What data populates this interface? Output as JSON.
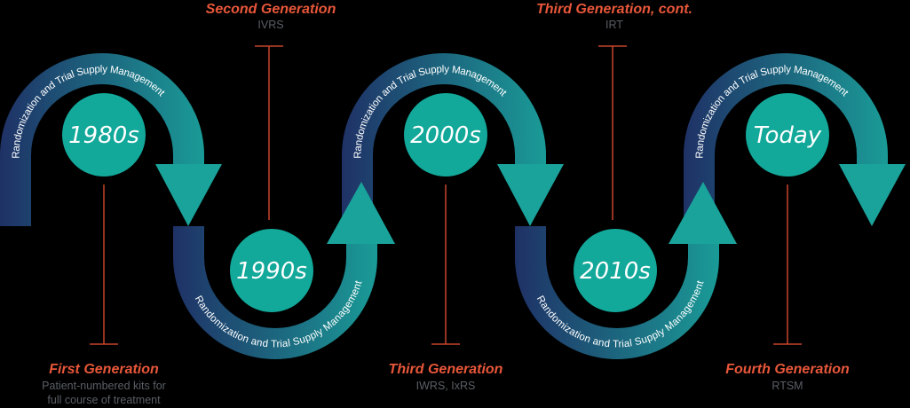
{
  "band_label": "Randomization and Trial Supply Management",
  "eras": [
    {
      "label": "1980s"
    },
    {
      "label": "1990s"
    },
    {
      "label": "2000s"
    },
    {
      "label": "2010s"
    },
    {
      "label": "Today"
    }
  ],
  "generations": [
    {
      "title": "First Generation",
      "desc": [
        "Patient-numbered kits for",
        "full course of treatment"
      ]
    },
    {
      "title": "Second Generation",
      "desc": [
        "IVRS"
      ]
    },
    {
      "title": "Third Generation",
      "desc": [
        "IWRS, IxRS"
      ]
    },
    {
      "title": "Third Generation, cont.",
      "desc": [
        "IRT"
      ]
    },
    {
      "title": "Fourth Generation",
      "desc": [
        "RTSM"
      ]
    }
  ],
  "colors": {
    "background": "#000000",
    "band_dark": "#1f3166",
    "band_light": "#1a9b97",
    "circle": "#12a89a",
    "accent": "#e8573a",
    "muted_text": "#5a5f66",
    "connector": "#c8442b"
  }
}
